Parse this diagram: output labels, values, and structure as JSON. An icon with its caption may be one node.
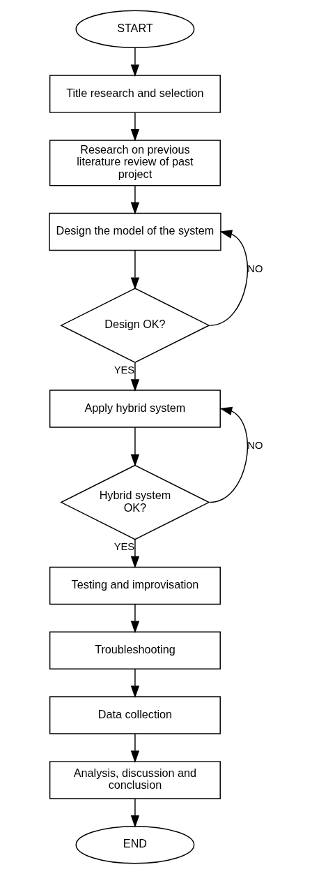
{
  "diagram": {
    "nodes": [
      {
        "text": [
          "START"
        ]
      },
      {
        "text": [
          "Title research and selection"
        ]
      },
      {
        "text": [
          "Research on previous literature review of past project"
        ]
      },
      {
        "text": [
          "Design the model of the system"
        ]
      },
      {
        "text": [
          "Design OK?"
        ]
      },
      {
        "text": [
          "Apply hybrid system"
        ]
      },
      {
        "text": [
          "Hybrid system OK?"
        ]
      },
      {
        "text": [
          "Testing and improvisation"
        ]
      },
      {
        "text": [
          "Troubleshooting"
        ]
      },
      {
        "text": [
          "Data collection"
        ]
      },
      {
        "text": [
          "Analysis, discussion and conclusion"
        ]
      },
      {
        "text": [
          "END"
        ]
      }
    ],
    "edges": [
      {
        "from": 0,
        "to": 1,
        "arrow": "to"
      },
      {
        "from": 1,
        "to": 2,
        "arrow": "to"
      },
      {
        "from": 2,
        "to": 3,
        "arrow": "to"
      },
      {
        "from": 3,
        "to": 4,
        "arrow": "to"
      },
      {
        "from": 4,
        "to": 3,
        "arrow": "to",
        "label": "NO"
      },
      {
        "from": 4,
        "to": 5,
        "arrow": "to",
        "label": "YES"
      },
      {
        "from": 5,
        "to": 6,
        "arrow": "to"
      },
      {
        "from": 6,
        "to": 5,
        "arrow": "to",
        "label": "NO"
      },
      {
        "from": 6,
        "to": 7,
        "arrow": "to",
        "label": "YES"
      },
      {
        "from": 7,
        "to": 8,
        "arrow": "to"
      },
      {
        "from": 8,
        "to": 9,
        "arrow": "to"
      },
      {
        "from": 9,
        "to": 10,
        "arrow": "to"
      },
      {
        "from": 10,
        "to": 11,
        "arrow": "to"
      }
    ]
  }
}
